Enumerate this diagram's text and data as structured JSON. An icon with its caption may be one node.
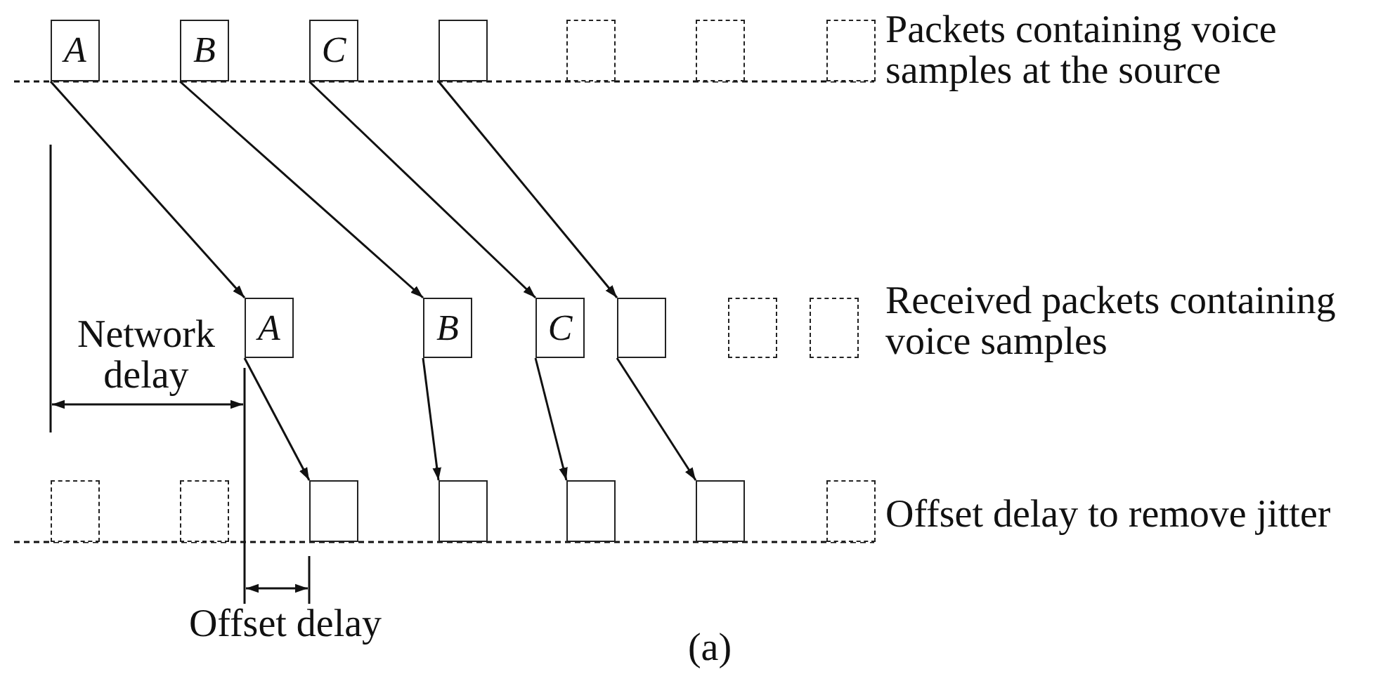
{
  "diagram": {
    "caption": "(a)",
    "nodes": [
      {
        "text": [
          "A"
        ]
      },
      {
        "text": [
          "B"
        ]
      },
      {
        "text": [
          "C"
        ]
      },
      {
        "text": [],
        "shape": "box"
      },
      {
        "text": [],
        "shape": "box"
      },
      {
        "text": [],
        "shape": "box"
      },
      {
        "text": [],
        "shape": "box"
      },
      {
        "text": [
          "A"
        ]
      },
      {
        "text": [
          "B"
        ]
      },
      {
        "text": [
          "C"
        ]
      },
      {
        "text": [],
        "shape": "box"
      },
      {
        "text": [],
        "shape": "box"
      },
      {
        "text": [],
        "shape": "box"
      },
      {
        "text": [],
        "shape": "box"
      },
      {
        "text": [],
        "shape": "box"
      },
      {
        "text": [],
        "shape": "box"
      },
      {
        "text": [],
        "shape": "box"
      },
      {
        "text": [],
        "shape": "box"
      },
      {
        "text": [],
        "shape": "box"
      },
      {
        "text": [],
        "shape": "box"
      }
    ],
    "edges": [
      {
        "from": 0,
        "to": 7,
        "arrow": "to"
      },
      {
        "from": 1,
        "to": 8,
        "arrow": "to"
      },
      {
        "from": 2,
        "to": 9,
        "arrow": "to"
      },
      {
        "from": 3,
        "to": 10,
        "arrow": "to"
      },
      {
        "from": 7,
        "to": 15,
        "arrow": "to"
      },
      {
        "from": 8,
        "to": 16,
        "arrow": "to"
      },
      {
        "from": 9,
        "to": 17,
        "arrow": "to"
      },
      {
        "from": 10,
        "to": 18,
        "arrow": "to"
      }
    ],
    "labels": [
      "Packets containing voice samples at the source",
      "Received packets containing voice samples",
      "Network delay",
      "Offset delay to remove jitter",
      "Offset delay"
    ]
  }
}
